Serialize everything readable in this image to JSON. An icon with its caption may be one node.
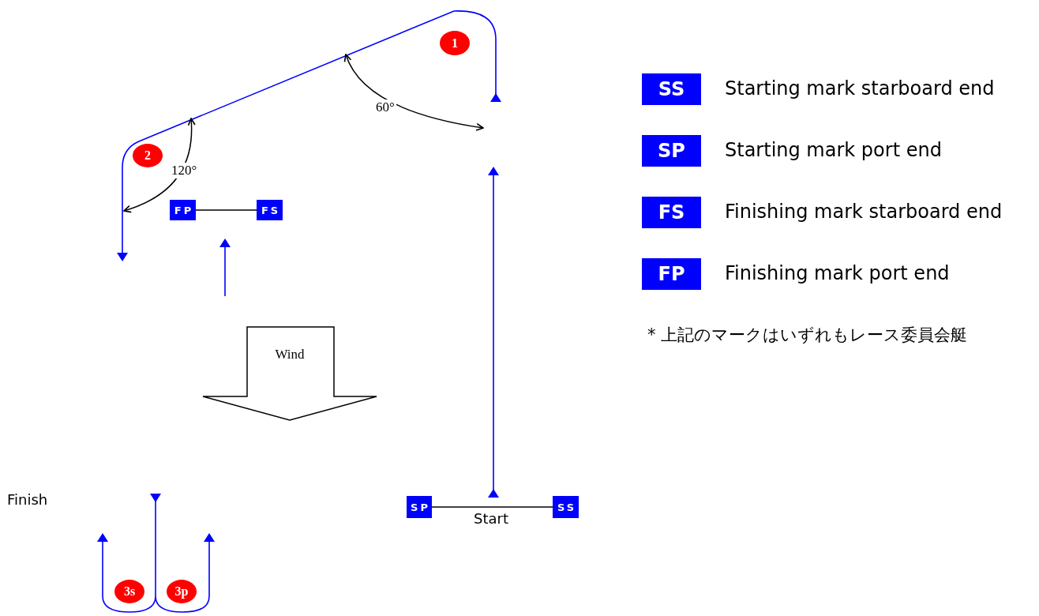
{
  "diagram": {
    "nodes": [
      {
        "text": [
          "SP"
        ]
      },
      {
        "text": [
          "SS"
        ]
      },
      {
        "text": [
          "FP"
        ]
      },
      {
        "text": [
          "FS"
        ]
      },
      {
        "text": [
          "Wind"
        ]
      },
      {
        "text": [
          "1"
        ]
      },
      {
        "text": [
          "2"
        ]
      },
      {
        "text": [
          "3s"
        ]
      },
      {
        "text": [
          "3p"
        ]
      }
    ],
    "edges": [
      {
        "from": 0,
        "to": 1,
        "arrow": "none"
      },
      {
        "from": 2,
        "to": 3,
        "arrow": "none"
      }
    ],
    "labels": [
      "60°",
      "120°",
      "Finish",
      "Start",
      "SS",
      "SP",
      "FS",
      "FP",
      "* 上記のマークはいずれもレース委員会艇"
    ],
    "legend": [
      {
        "text": "Starting mark starboard end",
        "color": "#0000ff"
      },
      {
        "text": "Starting mark port end",
        "color": "#0000ff"
      },
      {
        "text": "Finishing mark starboard end",
        "color": "#0000ff"
      },
      {
        "text": "Finishing mark port end",
        "color": "#0000ff"
      }
    ]
  }
}
